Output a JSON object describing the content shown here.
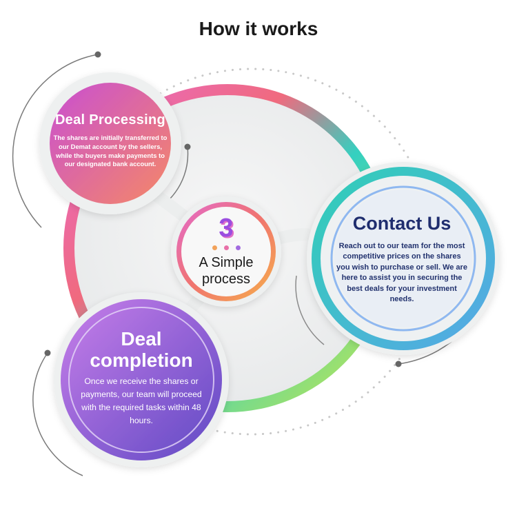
{
  "title": "How it works",
  "center": {
    "number": "3",
    "label": "A Simple process",
    "dot_colors": [
      "#f2a25a",
      "#e870a8",
      "#a26be0"
    ]
  },
  "steps": [
    {
      "heading": "Deal Processing",
      "body": "The shares are initially transferred to our Demat account by the sellers, while the buyers make payments to our designated bank account.",
      "gradient": [
        "#c94fd2",
        "#f58866"
      ]
    },
    {
      "heading": "Contact Us",
      "body": "Reach out to our team for the most competitive prices on the shares you wish to purchase or sell. We are here to assist you in securing the best deals for your investment needs.",
      "gradient": [
        "#2ecfb8",
        "#7aa7f0"
      ]
    },
    {
      "heading": "Deal completion",
      "body": "Once we receive the shares or payments, our team will proceed with the required tasks within 48 hours.",
      "gradient": [
        "#c07be8",
        "#6b4fc9"
      ]
    }
  ],
  "colors": {
    "ring_pink": "#f06a8e",
    "ring_teal": "#36cfb8",
    "ring_green": "#8fe07a",
    "contact_heading": "#1f2d6e"
  }
}
